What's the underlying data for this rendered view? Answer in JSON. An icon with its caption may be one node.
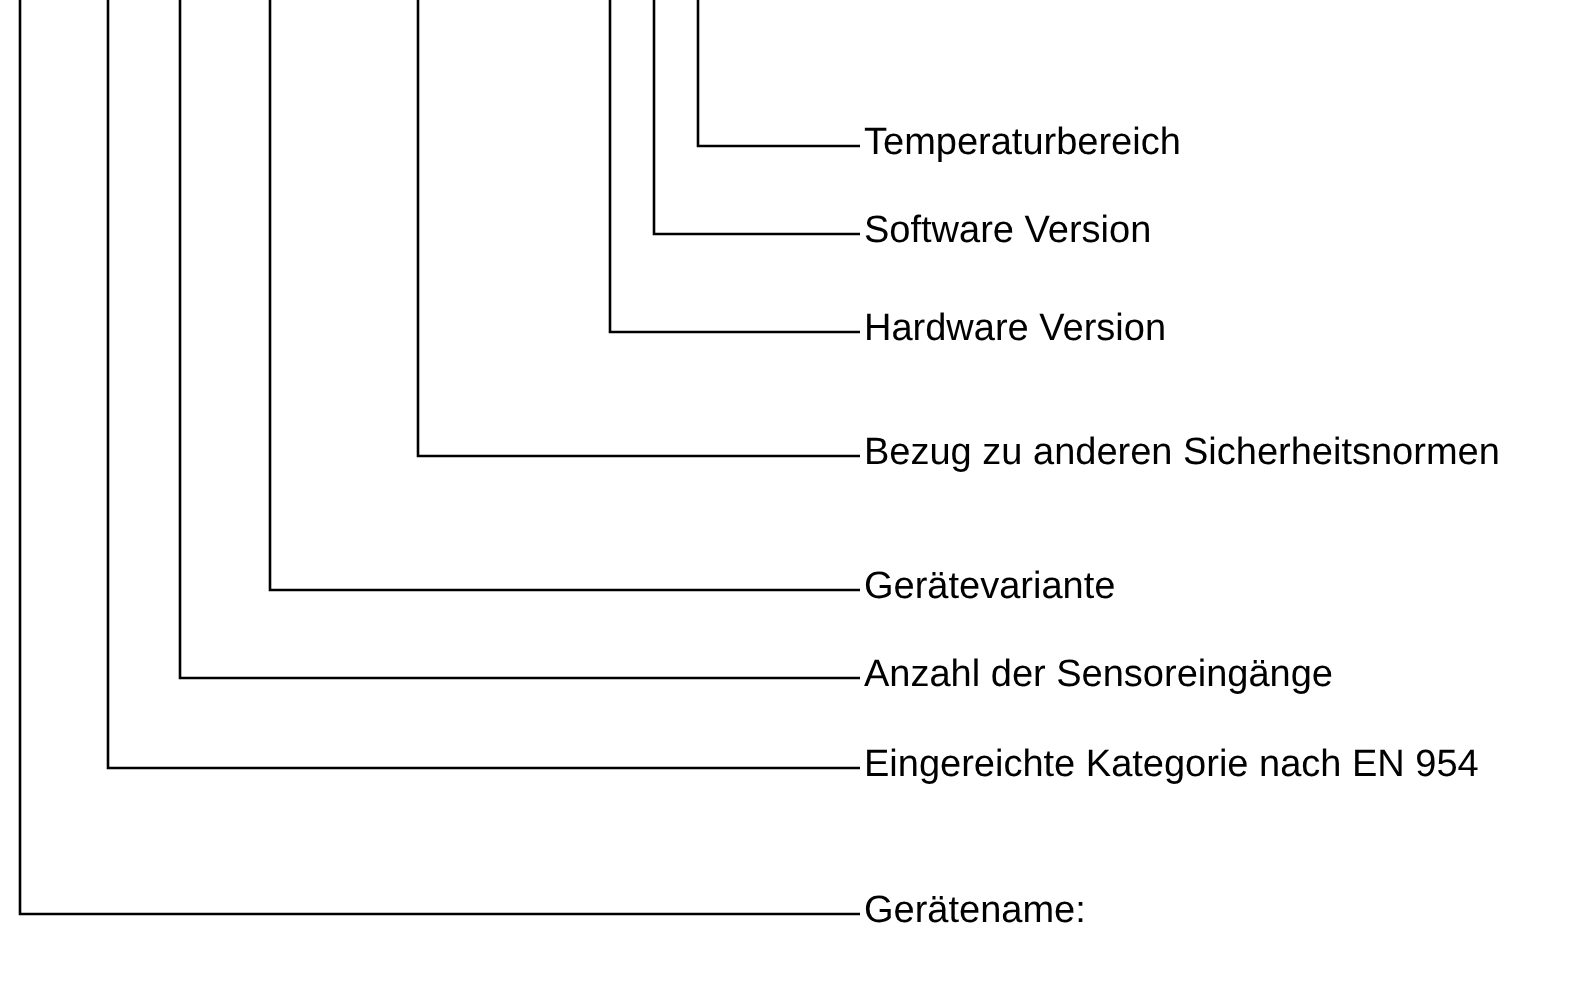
{
  "diagram": {
    "nodes": [
      {
        "text": [
          "Temperaturbereich"
        ]
      },
      {
        "text": [
          "Software Version"
        ]
      },
      {
        "text": [
          "Hardware Version"
        ]
      },
      {
        "text": [
          "Bezug zu anderen Sicherheitsnormen"
        ]
      },
      {
        "text": [
          "Gerätevariante"
        ]
      },
      {
        "text": [
          "Anzahl der Sensoreingänge"
        ]
      },
      {
        "text": [
          "Eingereichte Kategorie nach EN 954"
        ]
      },
      {
        "text": [
          "Gerätename:"
        ]
      }
    ],
    "edges": [
      {
        "from": 0,
        "to": null,
        "arrow": "none"
      },
      {
        "from": 1,
        "to": null,
        "arrow": "none"
      },
      {
        "from": 2,
        "to": null,
        "arrow": "none"
      },
      {
        "from": 3,
        "to": null,
        "arrow": "none"
      },
      {
        "from": 4,
        "to": null,
        "arrow": "none"
      },
      {
        "from": 5,
        "to": null,
        "arrow": "none"
      },
      {
        "from": 6,
        "to": null,
        "arrow": "none"
      },
      {
        "from": 7,
        "to": null,
        "arrow": "none"
      }
    ]
  }
}
